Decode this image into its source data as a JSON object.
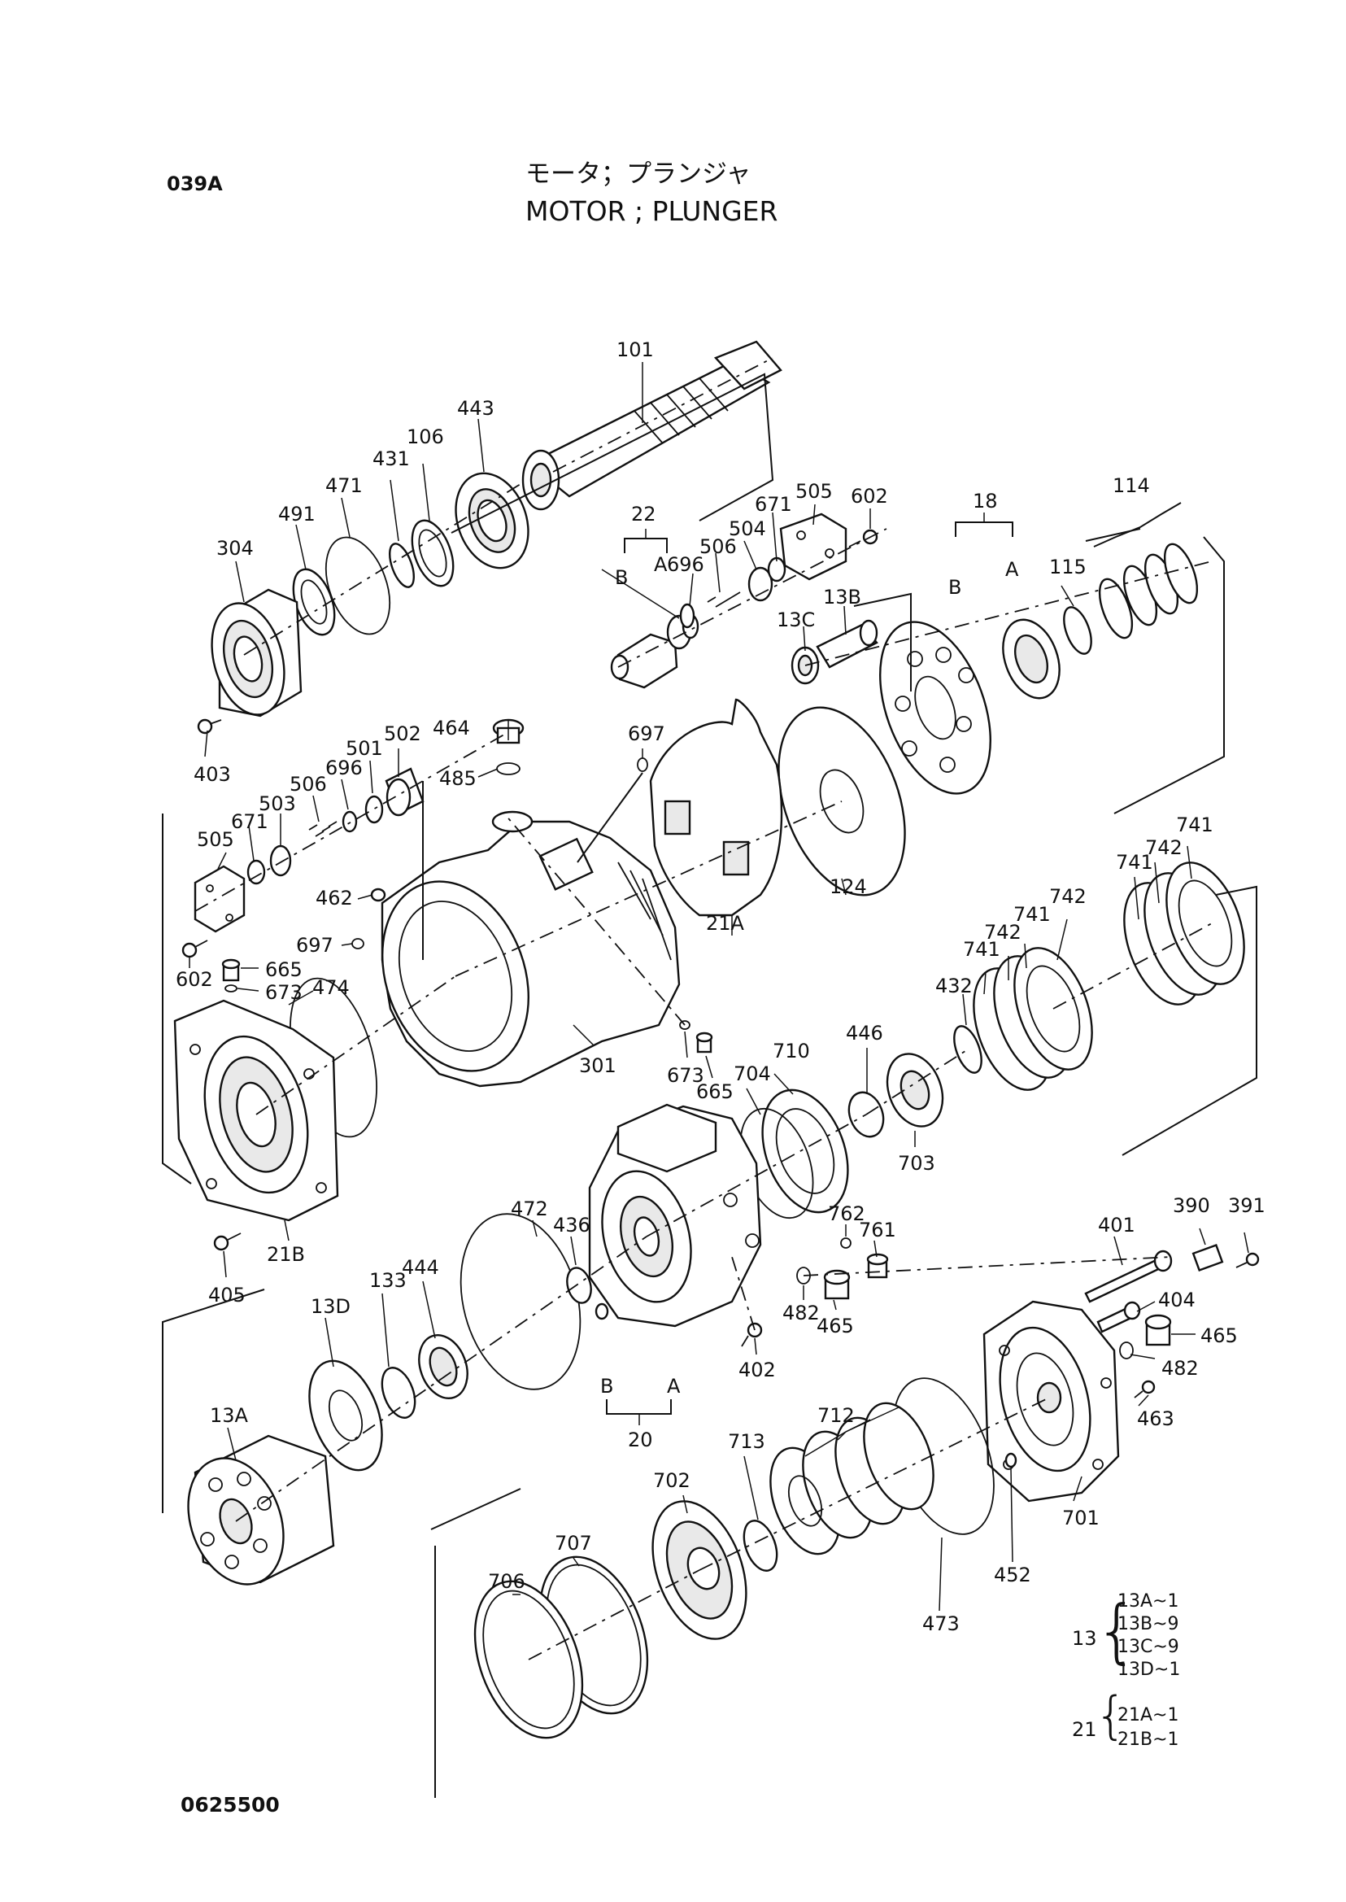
{
  "header": {
    "page_code": "039A",
    "title_jp": "モータ；プランジャ",
    "title_en": "MOTOR ; PLUNGER"
  },
  "footer": {
    "doc_number": "0625500"
  },
  "callouts": {
    "p101": "101",
    "p443": "443",
    "p106": "106",
    "p431": "431",
    "p471": "471",
    "p491": "491",
    "p304": "304",
    "p403": "403",
    "p22": "22",
    "p22b": "B",
    "p22a": "A",
    "p696a": "696",
    "p506a": "506",
    "p504": "504",
    "p671a": "671",
    "p505a": "505",
    "p602a": "602",
    "p13c": "13C",
    "p13b": "13B",
    "p18": "18",
    "p18b": "B",
    "p18a": "A",
    "p115": "115",
    "p114": "114",
    "p464": "464",
    "p697a": "697",
    "p485": "485",
    "p502": "502",
    "p501": "501",
    "p696b": "696",
    "p506b": "506",
    "p503": "503",
    "p671b": "671",
    "p505b": "505",
    "p462": "462",
    "p697b": "697",
    "p602b": "602",
    "p665a": "665",
    "p673a": "673",
    "p474": "474",
    "p124": "124",
    "p21a": "21A",
    "p741a": "741",
    "p742a": "742",
    "p741b": "741",
    "p742b": "742",
    "p741c": "741",
    "p742c": "742",
    "p741d": "741",
    "p432": "432",
    "p301": "301",
    "p673b": "673",
    "p665b": "665",
    "p710": "710",
    "p704": "704",
    "p446": "446",
    "p703": "703",
    "p21b": "21B",
    "p405": "405",
    "p472": "472",
    "p436": "436",
    "p762": "762",
    "p761": "761",
    "p390": "390",
    "p391": "391",
    "p401": "401",
    "p404": "404",
    "p465a": "465",
    "p482a": "482",
    "p482b": "482",
    "p465b": "465",
    "p402": "402",
    "p133": "133",
    "p444": "444",
    "p13d": "13D",
    "p13a": "13A",
    "p20b": "B",
    "p20a": "A",
    "p20": "20",
    "p463": "463",
    "p712": "712",
    "p713": "713",
    "p702": "702",
    "p707": "707",
    "p706": "706",
    "p701": "701",
    "p452": "452",
    "p473": "473"
  },
  "assemblies": [
    {
      "key": "13",
      "items": [
        "13A~1",
        "13B~9",
        "13C~9",
        "13D~1"
      ]
    },
    {
      "key": "21",
      "items": [
        "21A~1",
        "21B~1"
      ]
    }
  ]
}
